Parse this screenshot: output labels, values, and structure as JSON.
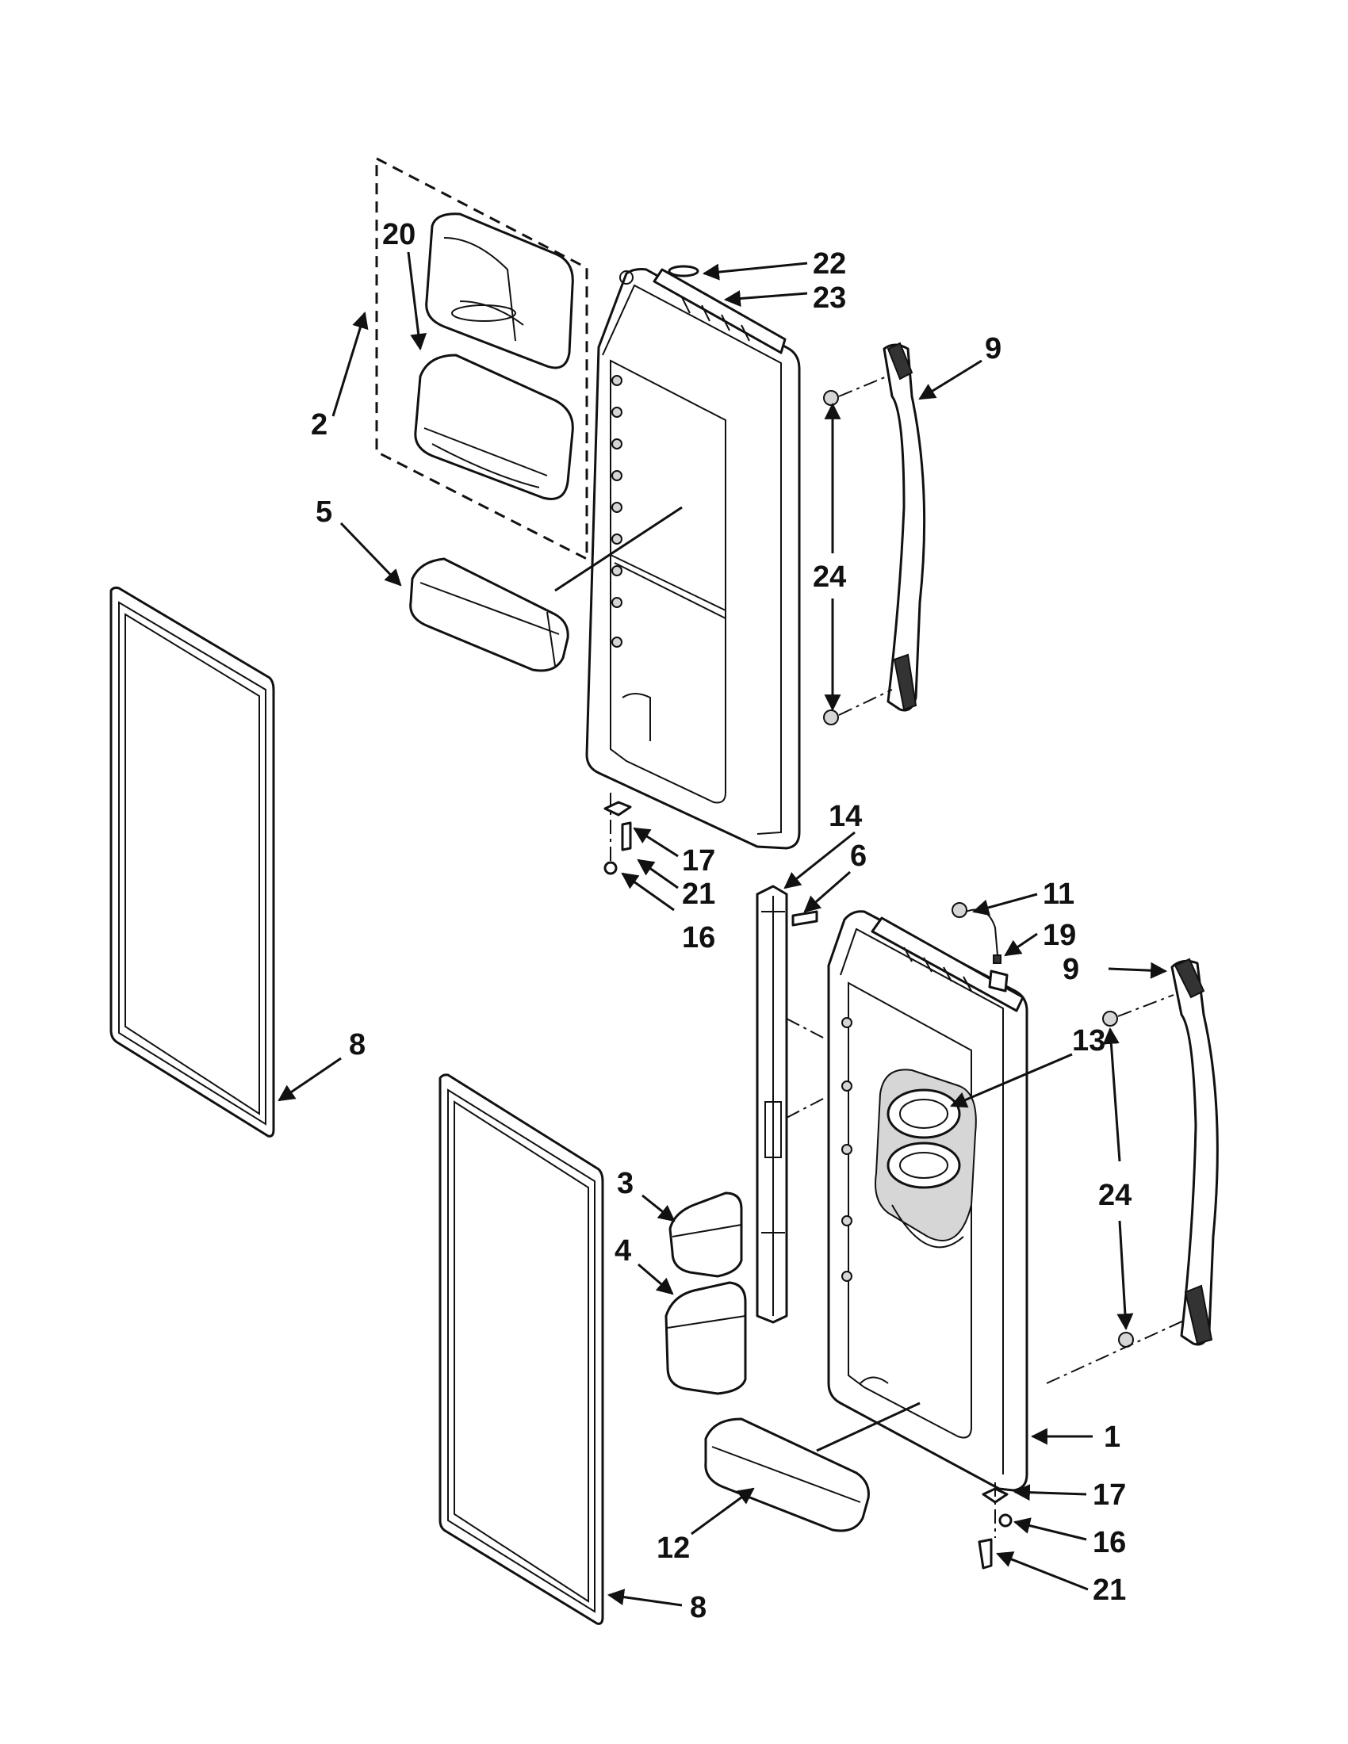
{
  "callouts": [
    {
      "id": "c22a",
      "label": "22"
    },
    {
      "id": "c23",
      "label": "23"
    },
    {
      "id": "c20",
      "label": "20"
    },
    {
      "id": "c2",
      "label": "2"
    },
    {
      "id": "c9a",
      "label": "9"
    },
    {
      "id": "c24a",
      "label": "24"
    },
    {
      "id": "c5",
      "label": "5"
    },
    {
      "id": "c17a",
      "label": "17"
    },
    {
      "id": "c21a",
      "label": "21"
    },
    {
      "id": "c16a",
      "label": "16"
    },
    {
      "id": "c14",
      "label": "14"
    },
    {
      "id": "c6",
      "label": "6"
    },
    {
      "id": "c11",
      "label": "11"
    },
    {
      "id": "c19",
      "label": "19"
    },
    {
      "id": "c9b",
      "label": "9"
    },
    {
      "id": "c13",
      "label": "13"
    },
    {
      "id": "c8a",
      "label": "8"
    },
    {
      "id": "c24b",
      "label": "24"
    },
    {
      "id": "c3",
      "label": "3"
    },
    {
      "id": "c4",
      "label": "4"
    },
    {
      "id": "c1",
      "label": "1"
    },
    {
      "id": "c17b",
      "label": "17"
    },
    {
      "id": "c16b",
      "label": "16"
    },
    {
      "id": "c21b",
      "label": "21"
    },
    {
      "id": "c12",
      "label": "12"
    },
    {
      "id": "c8b",
      "label": "8"
    }
  ]
}
